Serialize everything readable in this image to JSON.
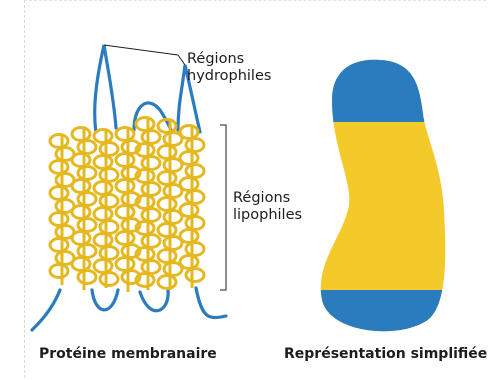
{
  "labels": {
    "hydrophiles": [
      "Régions",
      "hydrophiles"
    ],
    "lipophiles": [
      "Régions",
      "lipophiles"
    ]
  },
  "captions": {
    "left": "Protéine membranaire",
    "right": "Représentation simplifiée"
  },
  "colors": {
    "hydrophilic": "#2b7bbf",
    "lipophilic": "#f4c92a",
    "coil": "#e6b820",
    "coil_outline": "#8a6a08",
    "text": "#1d1d1b"
  }
}
